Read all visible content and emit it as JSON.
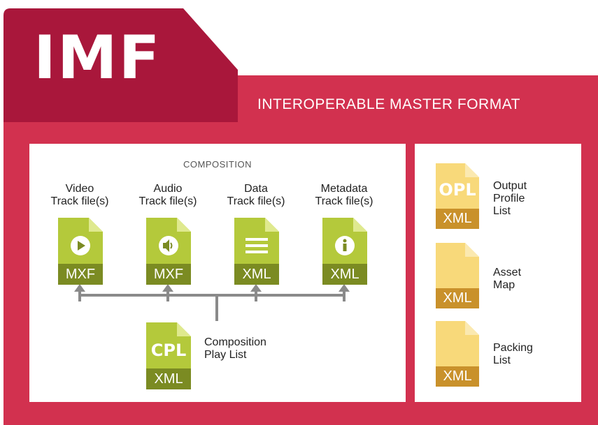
{
  "header": {
    "title": "IMF",
    "subtitle": "INTEROPERABLE MASTER FORMAT"
  },
  "composition": {
    "label": "COMPOSITION",
    "tracks": [
      {
        "line1": "Video",
        "line2": "Track file(s)",
        "format": "MXF",
        "icon": "play-icon"
      },
      {
        "line1": "Audio",
        "line2": "Track file(s)",
        "format": "MXF",
        "icon": "speaker-icon"
      },
      {
        "line1": "Data",
        "line2": "Track file(s)",
        "format": "XML",
        "icon": "lines-icon"
      },
      {
        "line1": "Metadata",
        "line2": "Track file(s)",
        "format": "XML",
        "icon": "info-icon"
      }
    ],
    "cpl": {
      "code": "CPL",
      "format": "XML",
      "line1": "Composition",
      "line2": "Play List"
    }
  },
  "side": [
    {
      "code": "OPL",
      "format": "XML",
      "lines": [
        "Output",
        "Profile",
        "List"
      ]
    },
    {
      "code": "",
      "format": "XML",
      "lines": [
        "Asset",
        "Map"
      ]
    },
    {
      "code": "",
      "format": "XML",
      "lines": [
        "Packing",
        "List"
      ]
    }
  ],
  "colors": {
    "red": "#d2314f",
    "dark_red": "#a9173b",
    "green_light": "#b4c93b",
    "green_dark": "#7b8b22",
    "yellow_light": "#f8d97a",
    "yellow_dark": "#c9912b",
    "arrow_gray": "#8a8a8a"
  }
}
